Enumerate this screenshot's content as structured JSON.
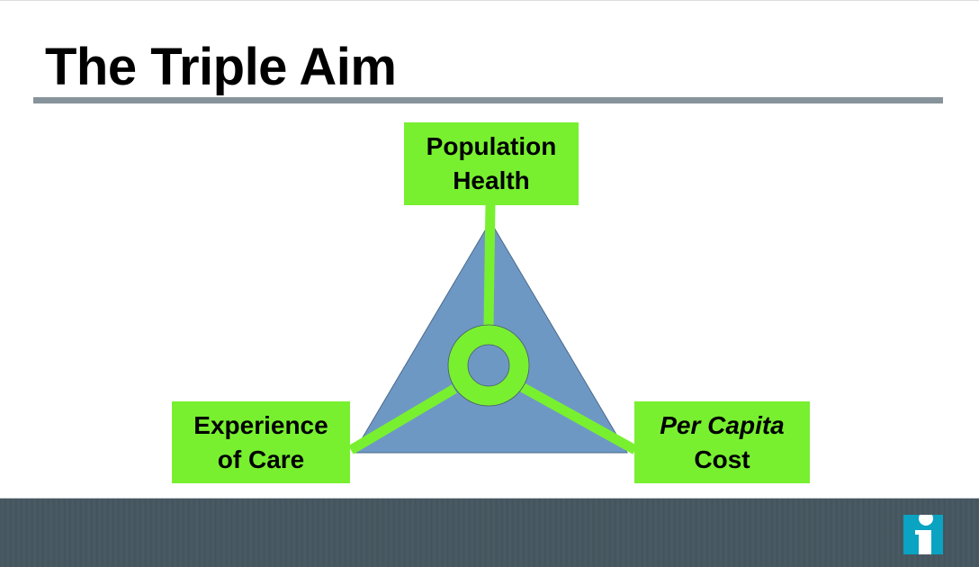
{
  "slide": {
    "title": "The Triple Aim"
  },
  "diagram": {
    "nodes": {
      "top": {
        "line1": "Population",
        "line2": "Health"
      },
      "left": {
        "line1": "Experience",
        "line2": "of Care"
      },
      "right": {
        "line1": "Per Capita",
        "line2": "Cost"
      }
    },
    "colors": {
      "box_fill": "#78f030",
      "triangle_fill": "#6e98c4",
      "connector": "#78f030",
      "title_rule": "#87939a",
      "footer": "#45565f",
      "logo": "#0aa3c2"
    }
  },
  "footer": {
    "logo_icon": "info-i-logo"
  }
}
